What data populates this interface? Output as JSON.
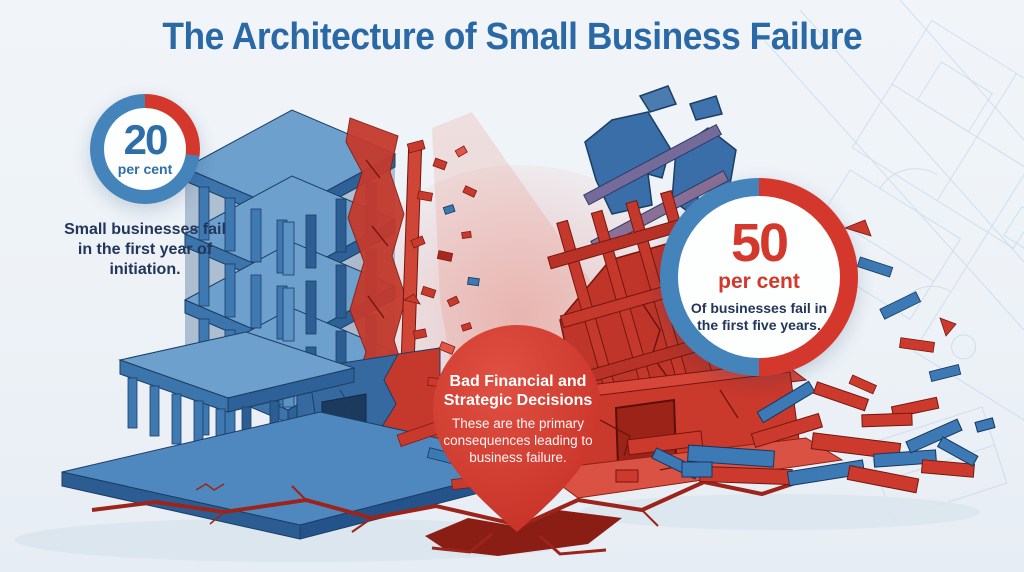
{
  "title": "The Architecture of Small Business Failure",
  "stats": [
    {
      "id": "first-year",
      "value": "20",
      "unit": "per cent",
      "caption": "Small businesses fail in the first year of initiation.",
      "ring_red_percent": 27
    },
    {
      "id": "five-years",
      "value": "50",
      "unit": "per cent",
      "caption": "Of businesses fail in the first five years.",
      "ring_red_percent": 50
    }
  ],
  "callout": {
    "heading": "Bad Financial and Strategic Decisions",
    "body": "These are the primary consequences leading to business failure."
  },
  "colors": {
    "background": "#edf2f7",
    "title_blue": "#2a69a5",
    "navy_text": "#22355a",
    "accent_red": "#d4372b",
    "accent_blue": "#4484ba",
    "building_blue": "#3f7ab3",
    "building_red": "#c5392c",
    "blueprint_line": "#a9c7e1"
  }
}
